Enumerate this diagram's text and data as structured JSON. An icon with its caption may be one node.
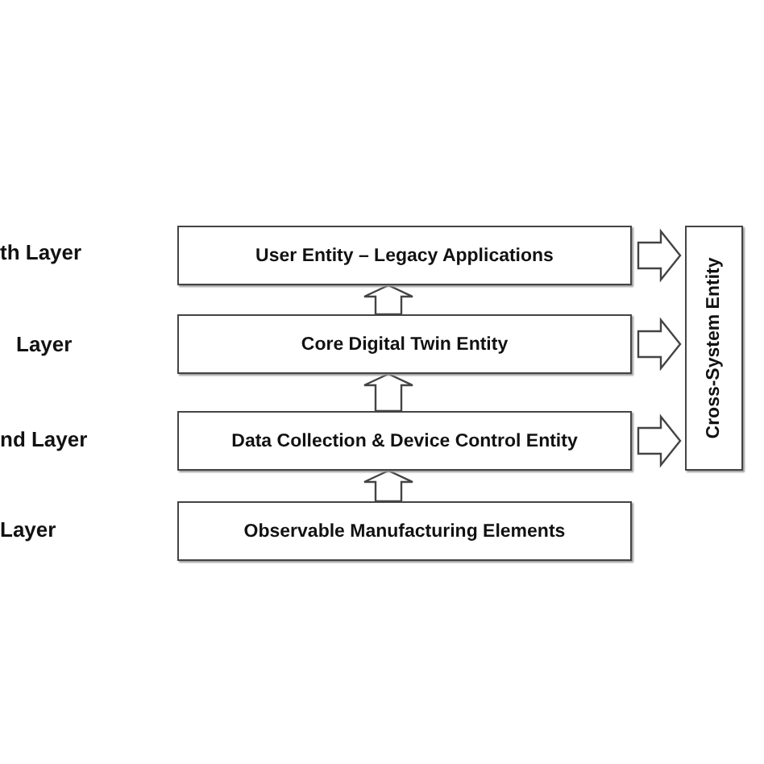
{
  "diagram": {
    "nodes": [
      {
        "text": [
          "User Entity – Legacy Applications"
        ]
      },
      {
        "text": [
          "Core Digital Twin Entity"
        ]
      },
      {
        "text": [
          "Data Collection & Device Control Entity"
        ]
      },
      {
        "text": [
          "Observable Manufacturing Elements"
        ]
      },
      {
        "text": [
          "Cross-System Entity"
        ]
      }
    ],
    "edges": [
      {
        "from": 3,
        "to": 2,
        "arrow": "to"
      },
      {
        "from": 2,
        "to": 1,
        "arrow": "to"
      },
      {
        "from": 1,
        "to": 0,
        "arrow": "to"
      },
      {
        "from": 0,
        "to": 4,
        "arrow": "to"
      },
      {
        "from": 1,
        "to": 4,
        "arrow": "to"
      },
      {
        "from": 2,
        "to": 4,
        "arrow": "to"
      }
    ],
    "labels": [
      "th Layer",
      "Layer",
      "nd Layer",
      "Layer"
    ]
  }
}
